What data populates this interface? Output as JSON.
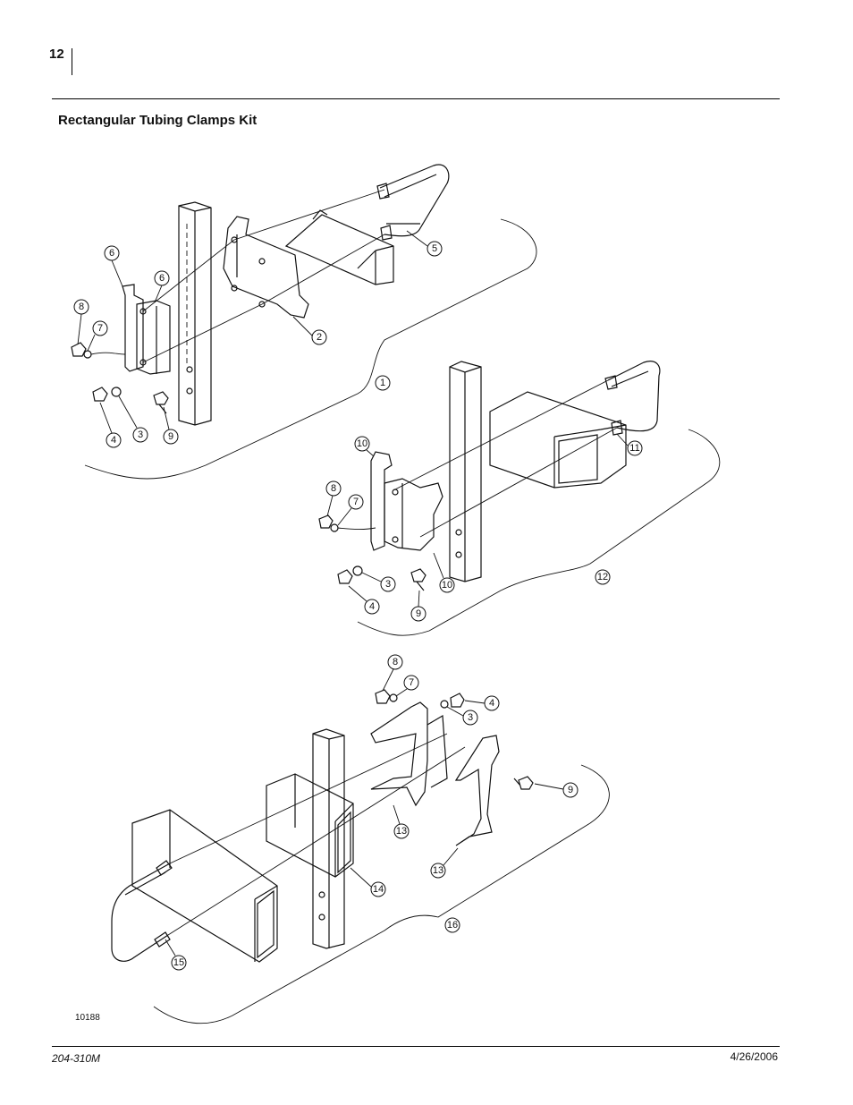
{
  "header": {
    "page_number": "12"
  },
  "title": "Rectangular Tubing Clamps Kit",
  "figure_id": "10188",
  "footer": {
    "doc_number": "204-310M",
    "date": "4/26/2006"
  },
  "callouts": {
    "a": [
      "6",
      "6",
      "8",
      "7",
      "4",
      "3",
      "9",
      "2",
      "5",
      "1"
    ],
    "b": [
      "10",
      "8",
      "7",
      "3",
      "4",
      "9",
      "10",
      "11",
      "12"
    ],
    "c": [
      "8",
      "7",
      "4",
      "3",
      "9",
      "13",
      "13",
      "14",
      "15",
      "16"
    ]
  }
}
